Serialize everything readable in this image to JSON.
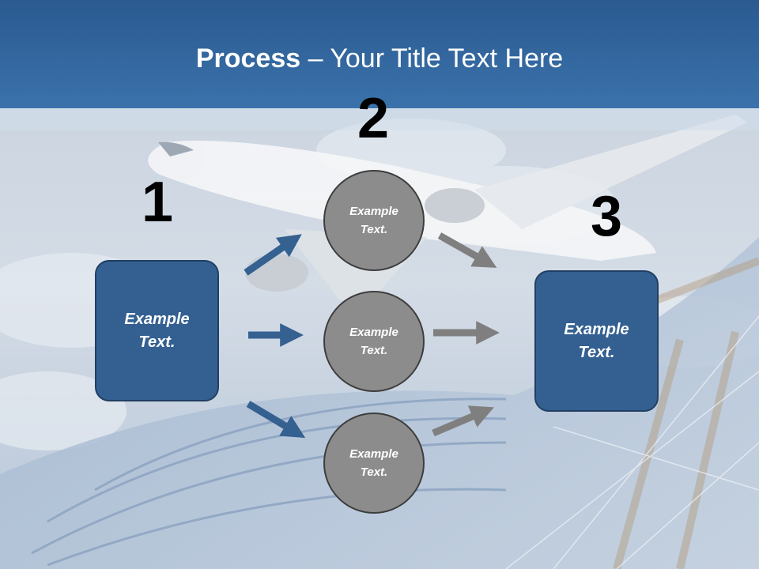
{
  "title": {
    "bold": "Process",
    "rest": " – Your Title Text Here"
  },
  "steps": [
    {
      "number": "1",
      "text": "Example Text."
    },
    {
      "number": "2",
      "items": [
        "Example Text.",
        "Example Text.",
        "Example Text."
      ]
    },
    {
      "number": "3",
      "text": "Example Text."
    }
  ],
  "colors": {
    "header": "#3b72ab",
    "box_fill": "#346091",
    "circle_fill": "#8c8c8c",
    "arrow_blue": "#356190",
    "arrow_gray": "#7f7f7f"
  }
}
